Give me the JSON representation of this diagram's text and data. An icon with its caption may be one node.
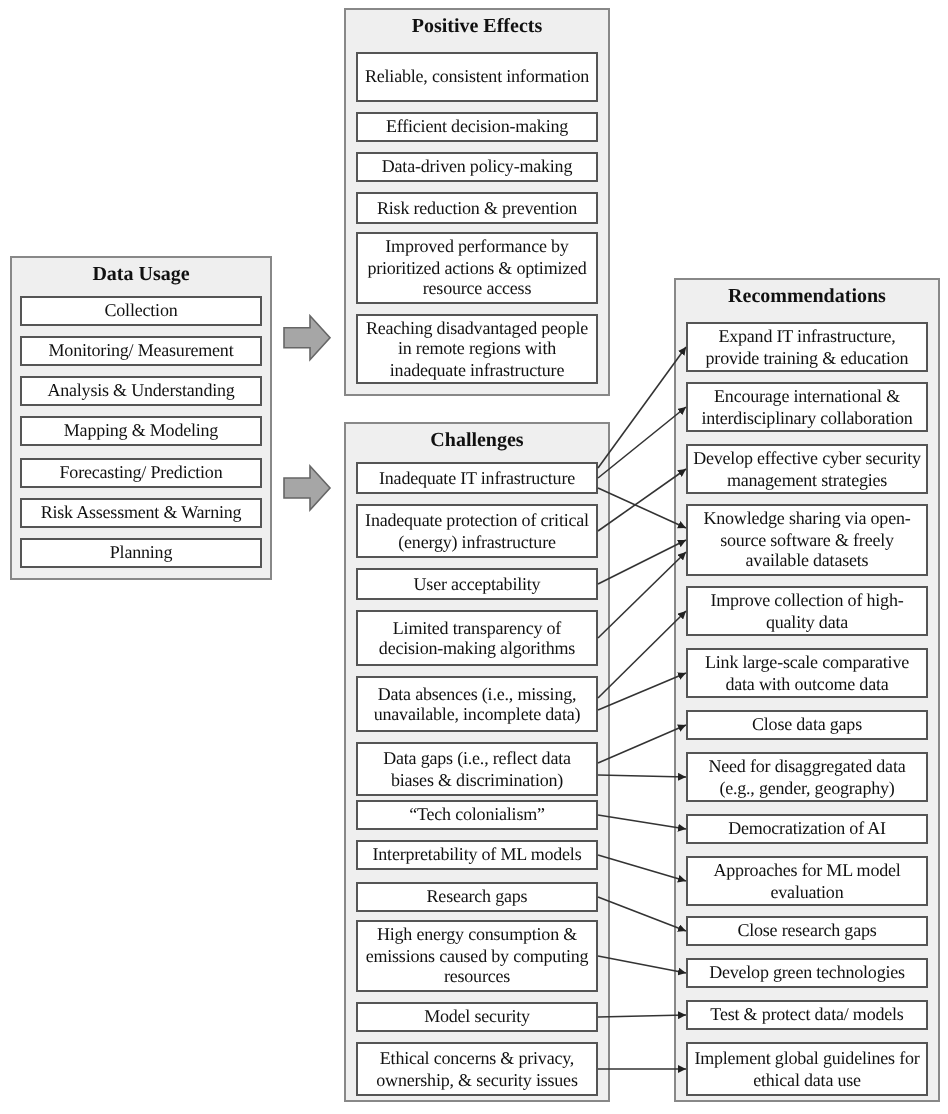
{
  "diagram": {
    "nodes": [
      {
        "text": [
          "Data Usage"
        ]
      },
      {
        "text": [
          "Collection"
        ],
        "in": 0
      },
      {
        "text": [
          "Monitoring/ Measurement"
        ],
        "in": 0
      },
      {
        "text": [
          "Analysis & Understanding"
        ],
        "in": 0
      },
      {
        "text": [
          "Mapping & Modeling"
        ],
        "in": 0
      },
      {
        "text": [
          "Forecasting/ Prediction"
        ],
        "in": 0
      },
      {
        "text": [
          "Risk Assessment & Warning"
        ],
        "in": 0
      },
      {
        "text": [
          "Planning"
        ],
        "in": 0
      },
      {
        "text": [
          "Positive Effects"
        ]
      },
      {
        "text": [
          "Reliable, consistent information"
        ],
        "in": 8
      },
      {
        "text": [
          "Efficient decision-making"
        ],
        "in": 8
      },
      {
        "text": [
          "Data-driven policy-making"
        ],
        "in": 8
      },
      {
        "text": [
          "Risk reduction & prevention"
        ],
        "in": 8
      },
      {
        "text": [
          "Improved performance by prioritized actions & optimized resource access"
        ],
        "in": 8
      },
      {
        "text": [
          "Reaching disadvantaged people in remote regions with inadequate infrastructure"
        ],
        "in": 8
      },
      {
        "text": [
          "Challenges"
        ]
      },
      {
        "text": [
          "Inadequate IT infrastructure"
        ],
        "in": 15
      },
      {
        "text": [
          "Inadequate protection of critical (energy) infrastructure"
        ],
        "in": 15
      },
      {
        "text": [
          "User acceptability"
        ],
        "in": 15
      },
      {
        "text": [
          "Limited transparency of decision-making algorithms"
        ],
        "in": 15
      },
      {
        "text": [
          "Data absences (i.e., missing, unavailable, incomplete data)"
        ],
        "in": 15
      },
      {
        "text": [
          "Data gaps (i.e., reflect data biases & discrimination)"
        ],
        "in": 15
      },
      {
        "text": [
          "“Tech colonialism”"
        ],
        "in": 15
      },
      {
        "text": [
          "Interpretability of ML models"
        ],
        "in": 15
      },
      {
        "text": [
          "Research gaps"
        ],
        "in": 15
      },
      {
        "text": [
          "High energy consumption & emissions caused by computing resources"
        ],
        "in": 15
      },
      {
        "text": [
          "Model security"
        ],
        "in": 15
      },
      {
        "text": [
          "Ethical concerns & privacy, ownership, & security issues"
        ],
        "in": 15
      },
      {
        "text": [
          "Recommendations"
        ]
      },
      {
        "text": [
          "Expand IT infrastructure, provide training & education"
        ],
        "in": 28
      },
      {
        "text": [
          "Encourage international & interdisciplinary collaboration"
        ],
        "in": 28
      },
      {
        "text": [
          "Develop effective cyber security management strategies"
        ],
        "in": 28
      },
      {
        "text": [
          "Knowledge sharing via open-source software & freely available datasets"
        ],
        "in": 28
      },
      {
        "text": [
          "Improve collection of high-quality data"
        ],
        "in": 28
      },
      {
        "text": [
          "Link large-scale comparative data with outcome data"
        ],
        "in": 28
      },
      {
        "text": [
          "Close data gaps"
        ],
        "in": 28
      },
      {
        "text": [
          "Need for disaggregated data (e.g., gender, geography)"
        ],
        "in": 28
      },
      {
        "text": [
          "Democratization of AI"
        ],
        "in": 28
      },
      {
        "text": [
          "Approaches for ML model evaluation"
        ],
        "in": 28
      },
      {
        "text": [
          "Close research gaps"
        ],
        "in": 28
      },
      {
        "text": [
          "Develop green technologies"
        ],
        "in": 28
      },
      {
        "text": [
          "Test & protect data/ models"
        ],
        "in": 28
      },
      {
        "text": [
          "Implement global guidelines for ethical data use"
        ],
        "in": 28
      }
    ],
    "edges": [
      {
        "from": 0,
        "to": 8,
        "arrow": "to",
        "style": "thick",
        "color": "#a6a6a6"
      },
      {
        "from": 0,
        "to": 15,
        "arrow": "to",
        "style": "thick",
        "color": "#a6a6a6"
      },
      {
        "from": 16,
        "to": 29,
        "arrow": "to"
      },
      {
        "from": 16,
        "to": 30,
        "arrow": "to"
      },
      {
        "from": 16,
        "to": 32,
        "arrow": "to"
      },
      {
        "from": 17,
        "to": 31,
        "arrow": "to"
      },
      {
        "from": 18,
        "to": 32,
        "arrow": "to"
      },
      {
        "from": 19,
        "to": 32,
        "arrow": "to"
      },
      {
        "from": 20,
        "to": 33,
        "arrow": "to"
      },
      {
        "from": 20,
        "to": 34,
        "arrow": "to"
      },
      {
        "from": 21,
        "to": 35,
        "arrow": "to"
      },
      {
        "from": 21,
        "to": 36,
        "arrow": "to"
      },
      {
        "from": 22,
        "to": 37,
        "arrow": "to"
      },
      {
        "from": 23,
        "to": 38,
        "arrow": "to"
      },
      {
        "from": 24,
        "to": 39,
        "arrow": "to"
      },
      {
        "from": 25,
        "to": 40,
        "arrow": "to"
      },
      {
        "from": 26,
        "to": 41,
        "arrow": "to"
      },
      {
        "from": 27,
        "to": 42,
        "arrow": "to"
      }
    ]
  }
}
